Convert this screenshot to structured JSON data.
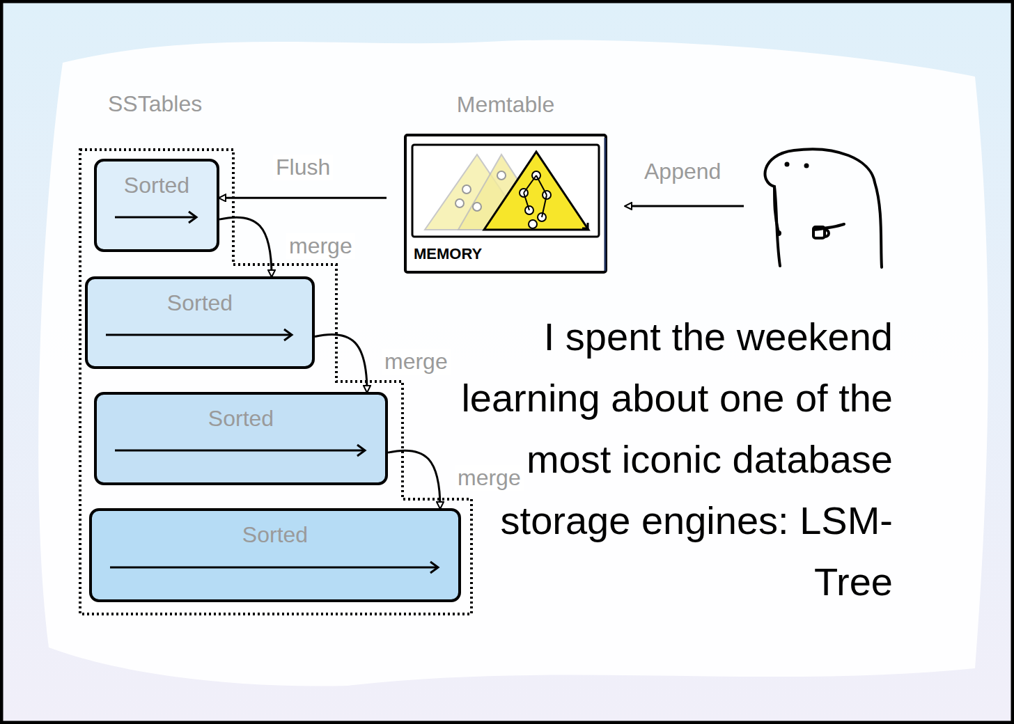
{
  "diagram": {
    "title": "I spent the weekend learning about one of the most iconic database storage engines: LSM-Tree",
    "nodes": [
      {
        "text": [
          "SSTables"
        ]
      },
      {
        "text": [
          "Sorted"
        ],
        "in": 0
      },
      {
        "text": [
          "Sorted"
        ],
        "in": 0
      },
      {
        "text": [
          "Sorted"
        ],
        "in": 0
      },
      {
        "text": [
          "Sorted"
        ],
        "in": 0
      },
      {
        "text": [
          "Memtable",
          "MEMORY"
        ]
      }
    ],
    "edges": [
      {
        "from": 5,
        "to": 1,
        "label": "Flush",
        "arrow": "to"
      },
      {
        "from": 1,
        "to": 2,
        "label": "merge",
        "arrow": "to"
      },
      {
        "from": 2,
        "to": 3,
        "label": "merge",
        "arrow": "to"
      },
      {
        "from": 3,
        "to": 4,
        "label": "merge",
        "arrow": "to"
      }
    ],
    "labels": [
      "Append"
    ]
  }
}
